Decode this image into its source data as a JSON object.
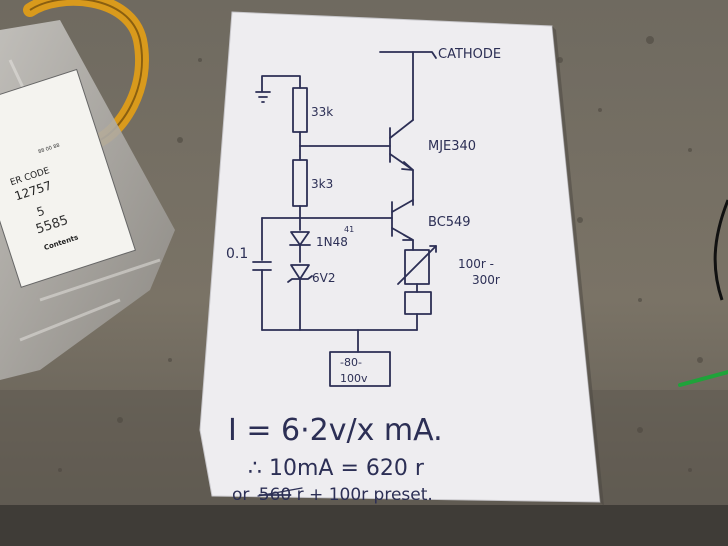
{
  "colors": {
    "bench": "#766f62",
    "bench_dark": "#4e4a43",
    "paper": "#eeedf0",
    "ink": "#2c2f55",
    "tape": "#d99a1c",
    "green_wire": "#1fa33a"
  },
  "bag_label": {
    "order_code_label": "ER CODE",
    "order_code": "12757",
    "handwritten": [
      "5",
      "5585"
    ],
    "contents_label": "Contents",
    "small_text": "88 00 88"
  },
  "schematic": {
    "cathode_label": "CATHODE",
    "resistor_top": "33k",
    "resistor_mid": "3k3",
    "transistor_top": "MJE340",
    "transistor_bottom": "BC549",
    "diode": "1N48",
    "diode_suffix": "41",
    "zener": "6V2",
    "capacitor": "0.1",
    "preset": [
      "100r -",
      "300r"
    ],
    "supply": [
      "-80-",
      "100v"
    ]
  },
  "notes": {
    "formula": "I = 6·2v/x mA.",
    "line2": "∴ 10mA = 620 r",
    "line3_prefix": "or",
    "line3_struck": "560",
    "line3_rest": "r + 100r preset."
  }
}
